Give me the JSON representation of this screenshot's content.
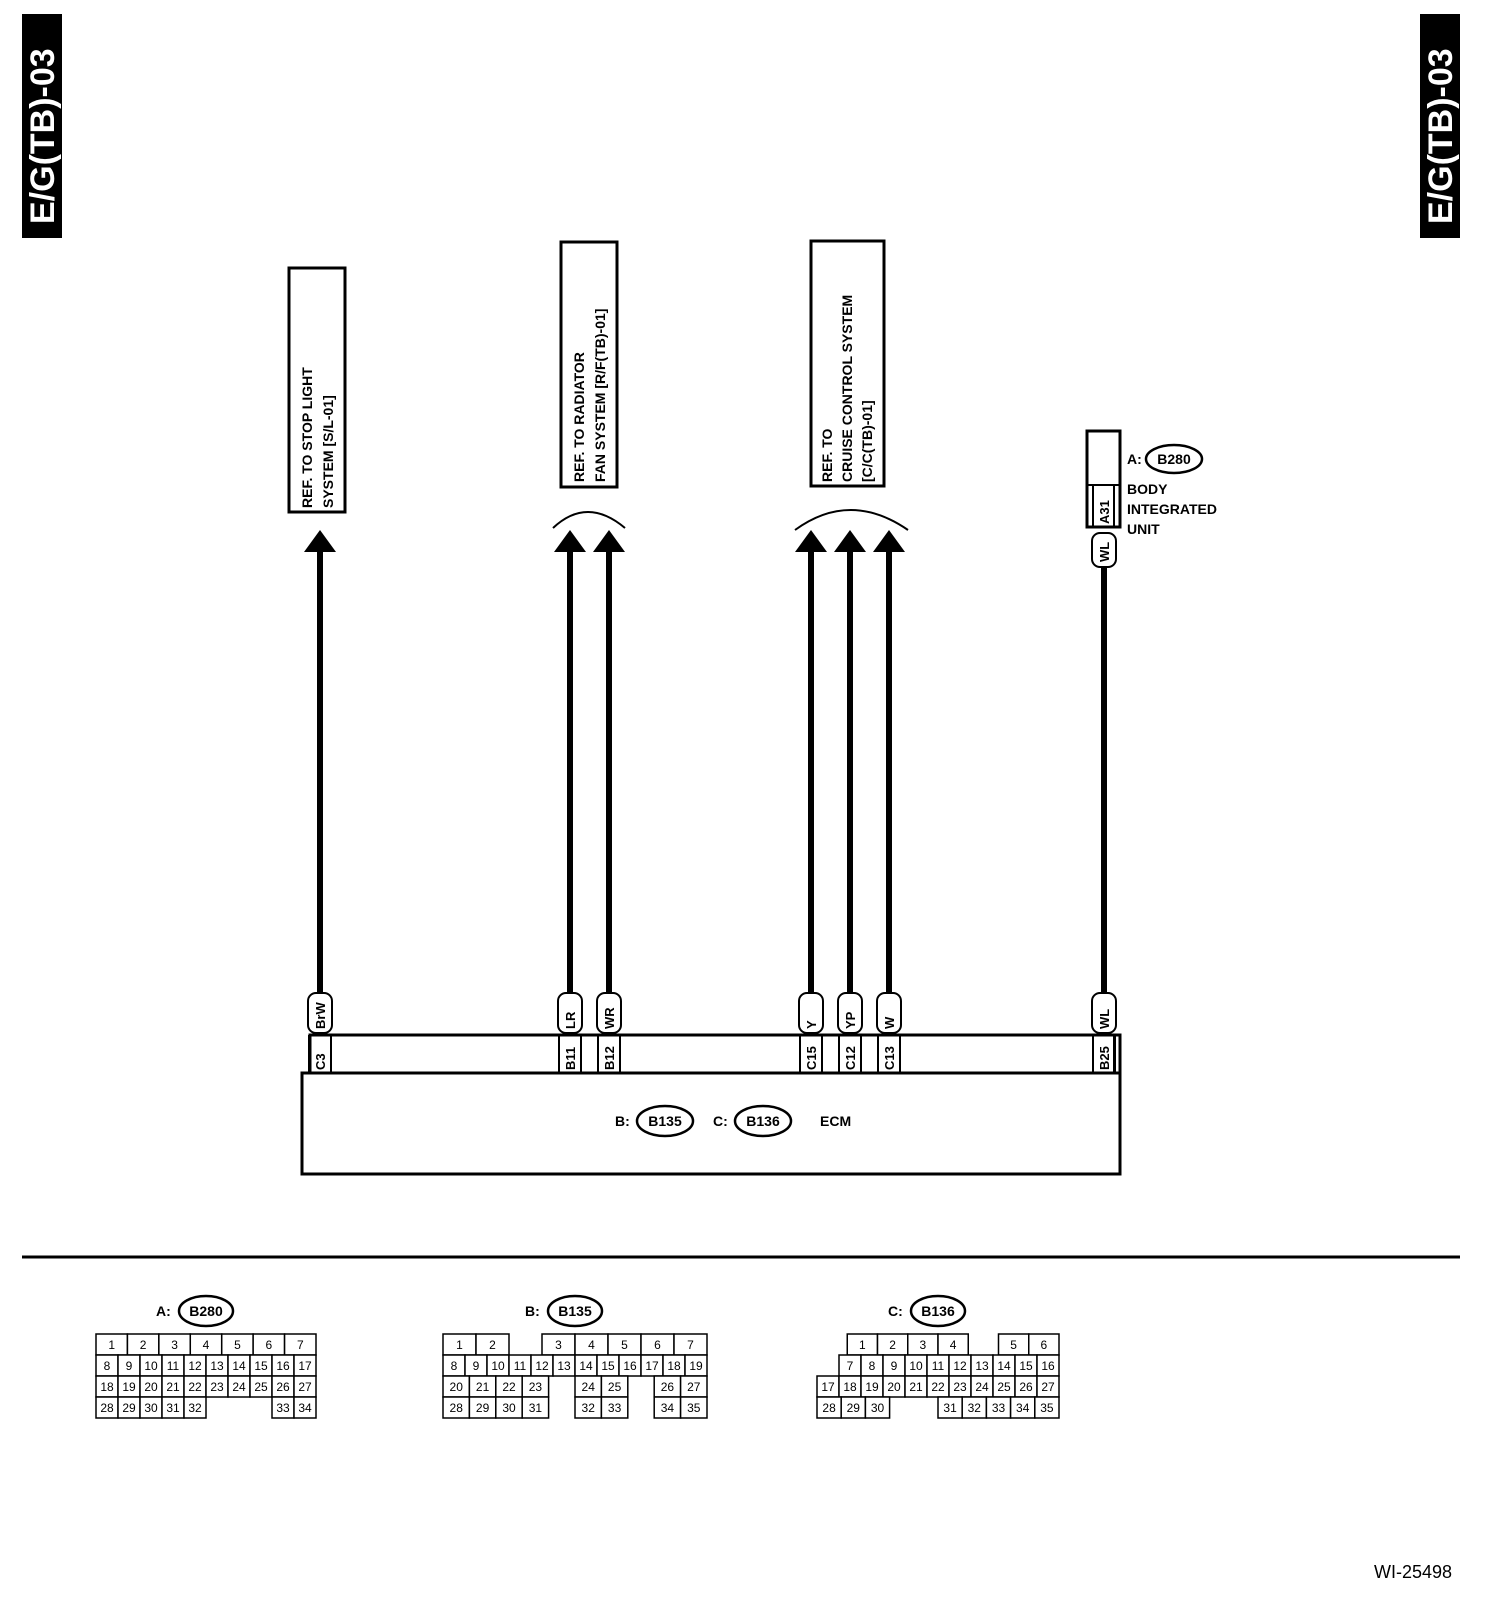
{
  "section_tab": "E/G(TB)-03",
  "references": {
    "stop_light": [
      "REF. TO STOP LIGHT",
      "SYSTEM [S/L-01]"
    ],
    "radiator": [
      "REF. TO RADIATOR",
      "FAN SYSTEM [R/F(TB)-01]"
    ],
    "cruise": [
      "REF. TO",
      "CRUISE CONTROL SYSTEM",
      "[C/C(TB)-01]"
    ]
  },
  "body_unit": {
    "prefix": "A:",
    "connector": "B280",
    "name_lines": [
      "BODY",
      "INTEGRATED",
      "UNIT"
    ],
    "pin": "A31",
    "wire": "WL"
  },
  "ecm": {
    "label": "ECM",
    "conn_b_prefix": "B:",
    "conn_b": "B135",
    "conn_c_prefix": "C:",
    "conn_c": "B136"
  },
  "wires": [
    {
      "color": "BrW",
      "pin": "C3"
    },
    {
      "color": "LR",
      "pin": "B11"
    },
    {
      "color": "WR",
      "pin": "B12"
    },
    {
      "color": "Y",
      "pin": "C15"
    },
    {
      "color": "YP",
      "pin": "C12"
    },
    {
      "color": "W",
      "pin": "C13"
    },
    {
      "color": "WL",
      "pin": "B25"
    }
  ],
  "connector_faces": [
    {
      "prefix": "A:",
      "name": "B280",
      "rows": [
        [
          "1",
          "2",
          "3",
          "4",
          "5",
          "6",
          "7"
        ],
        [
          "8",
          "9",
          "10",
          "11",
          "12",
          "13",
          "14",
          "15",
          "16",
          "17"
        ],
        [
          "18",
          "19",
          "20",
          "21",
          "22",
          "23",
          "24",
          "25",
          "26",
          "27"
        ],
        [
          "28",
          "29",
          "30",
          "31",
          "32",
          "",
          "",
          "",
          "33",
          "34"
        ]
      ]
    },
    {
      "prefix": "B:",
      "name": "B135",
      "rows": [
        [
          "1",
          "2",
          "",
          "3",
          "4",
          "5",
          "6",
          "7"
        ],
        [
          "8",
          "9",
          "10",
          "11",
          "12",
          "13",
          "14",
          "15",
          "16",
          "17",
          "18",
          "19"
        ],
        [
          "20",
          "21",
          "22",
          "23",
          "",
          "24",
          "25",
          "",
          "26",
          "27"
        ],
        [
          "28",
          "29",
          "30",
          "31",
          "",
          "32",
          "33",
          "",
          "34",
          "35"
        ]
      ]
    },
    {
      "prefix": "C:",
      "name": "B136",
      "rows": [
        [
          "",
          "1",
          "2",
          "3",
          "4",
          "",
          "5",
          "6"
        ],
        [
          "",
          "7",
          "8",
          "9",
          "10",
          "11",
          "12",
          "13",
          "14",
          "15",
          "16"
        ],
        [
          "17",
          "18",
          "19",
          "20",
          "21",
          "22",
          "23",
          "24",
          "25",
          "26",
          "27"
        ],
        [
          "28",
          "29",
          "30",
          "",
          "",
          "31",
          "32",
          "33",
          "34",
          "35"
        ]
      ]
    }
  ],
  "figure_id": "WI-25498"
}
